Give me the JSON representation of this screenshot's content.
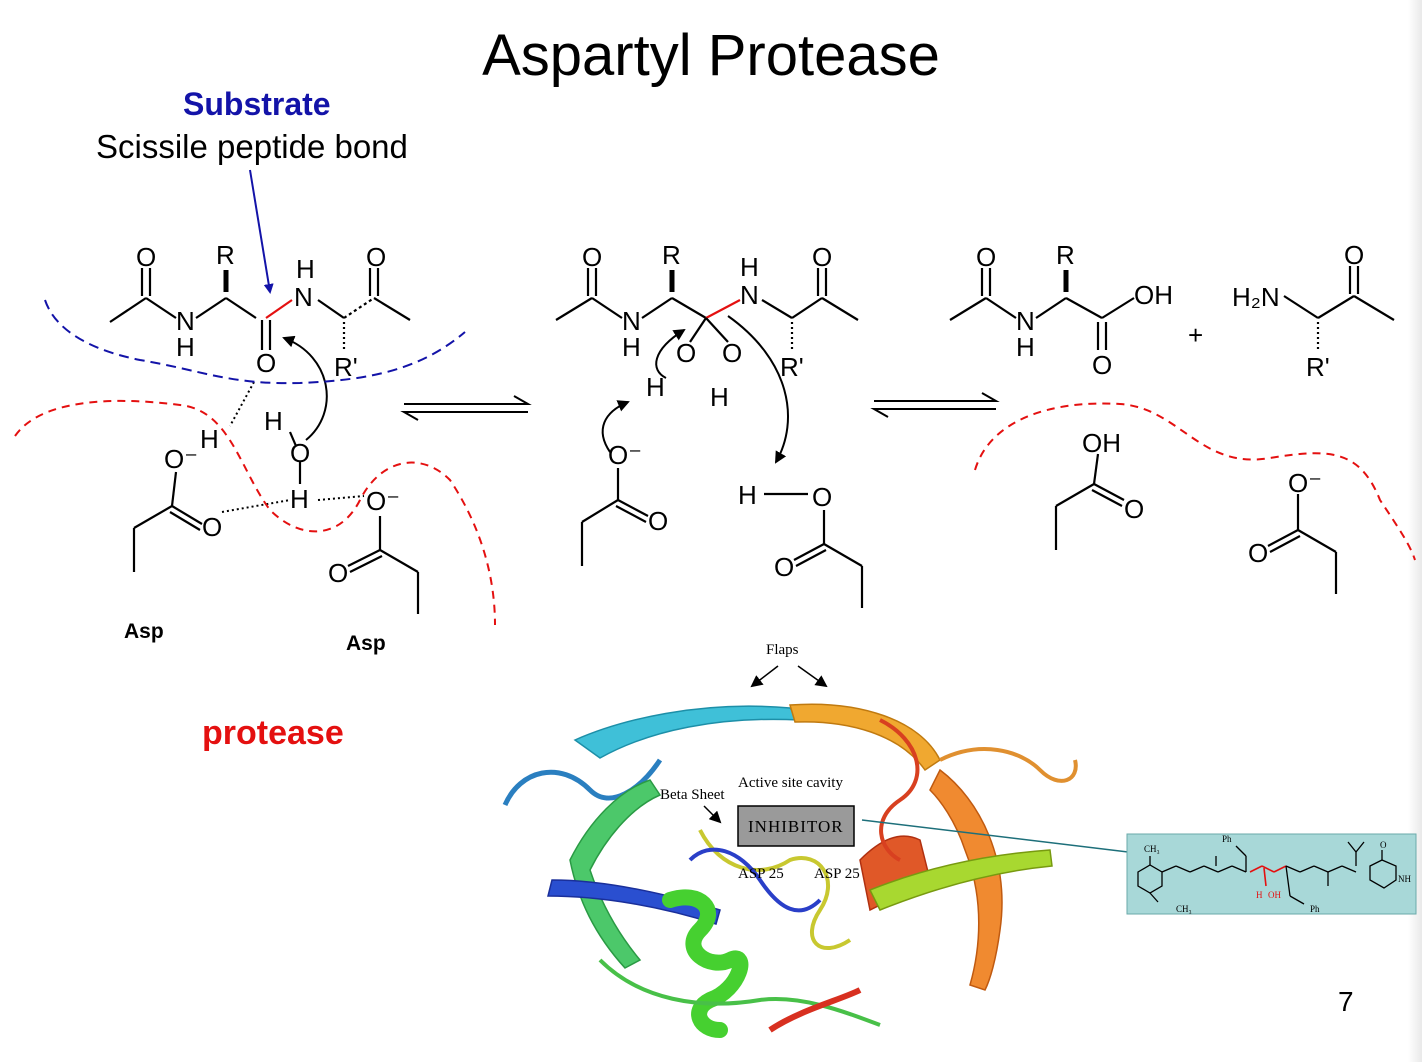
{
  "slide": {
    "title": "Aspartyl Protease",
    "substrate_label": "Substrate",
    "scissile_label": "Scissile peptide bond",
    "protease_label": "protease",
    "page_number": "7"
  },
  "mechanism": {
    "asp_labels": [
      "Asp",
      "Asp"
    ],
    "atoms": {
      "O": "O",
      "R": "R",
      "H": "H",
      "N": "N",
      "R_prime": "R'",
      "OH": "OH",
      "H2N": "H₂N",
      "O_minus": "O⁻",
      "plus": "+"
    }
  },
  "structure_figure": {
    "flaps_label": "Flaps",
    "beta_sheet_label": "Beta Sheet",
    "active_site_label": "Active site cavity",
    "inhibitor_label": "INHIBITOR",
    "asp25_left": "ASP 25",
    "asp25_right": "ASP  25"
  },
  "inhibitor_structure": {
    "labels": [
      "CH₃",
      "CH₃",
      "Ph",
      "Ph",
      "H",
      "OH",
      "NH",
      "O"
    ]
  },
  "colors": {
    "substrate_blue": "#1313a8",
    "protease_red": "#e41010",
    "scissile_bond": "#e41010",
    "inhibitor_box_bg": "#a8d8d8",
    "inhibitor_label_bg": "#9a9a9a"
  }
}
